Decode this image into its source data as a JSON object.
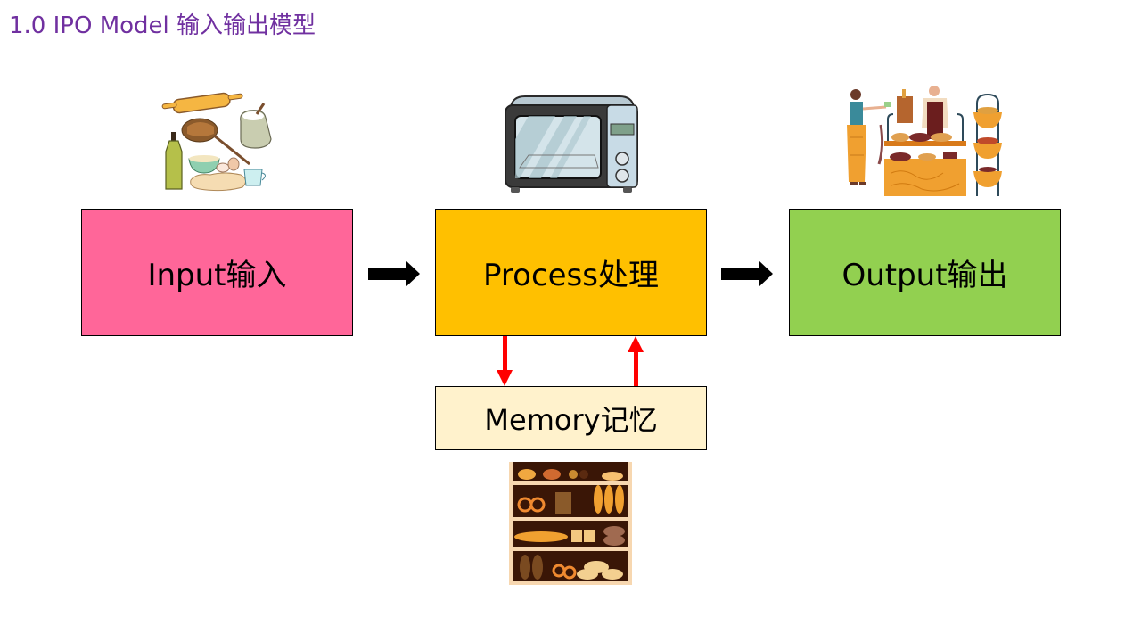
{
  "title": "1.0  IPO Model 输入输出模型",
  "colors": {
    "title": "#7030a0",
    "input": "#ff6699",
    "process": "#ffc000",
    "output": "#92d050",
    "memory": "#fff2cc",
    "flow_arrow": "#000000",
    "memory_arrow": "#ff0000"
  },
  "boxes": {
    "input": "Input输入",
    "process": "Process处理",
    "output": "Output输出",
    "memory": "Memory记忆"
  },
  "illustrations": {
    "input": "baking-ingredients-illustration",
    "process": "oven-illustration",
    "output": "bakery-stall-illustration",
    "memory": "bread-shelves-illustration"
  }
}
